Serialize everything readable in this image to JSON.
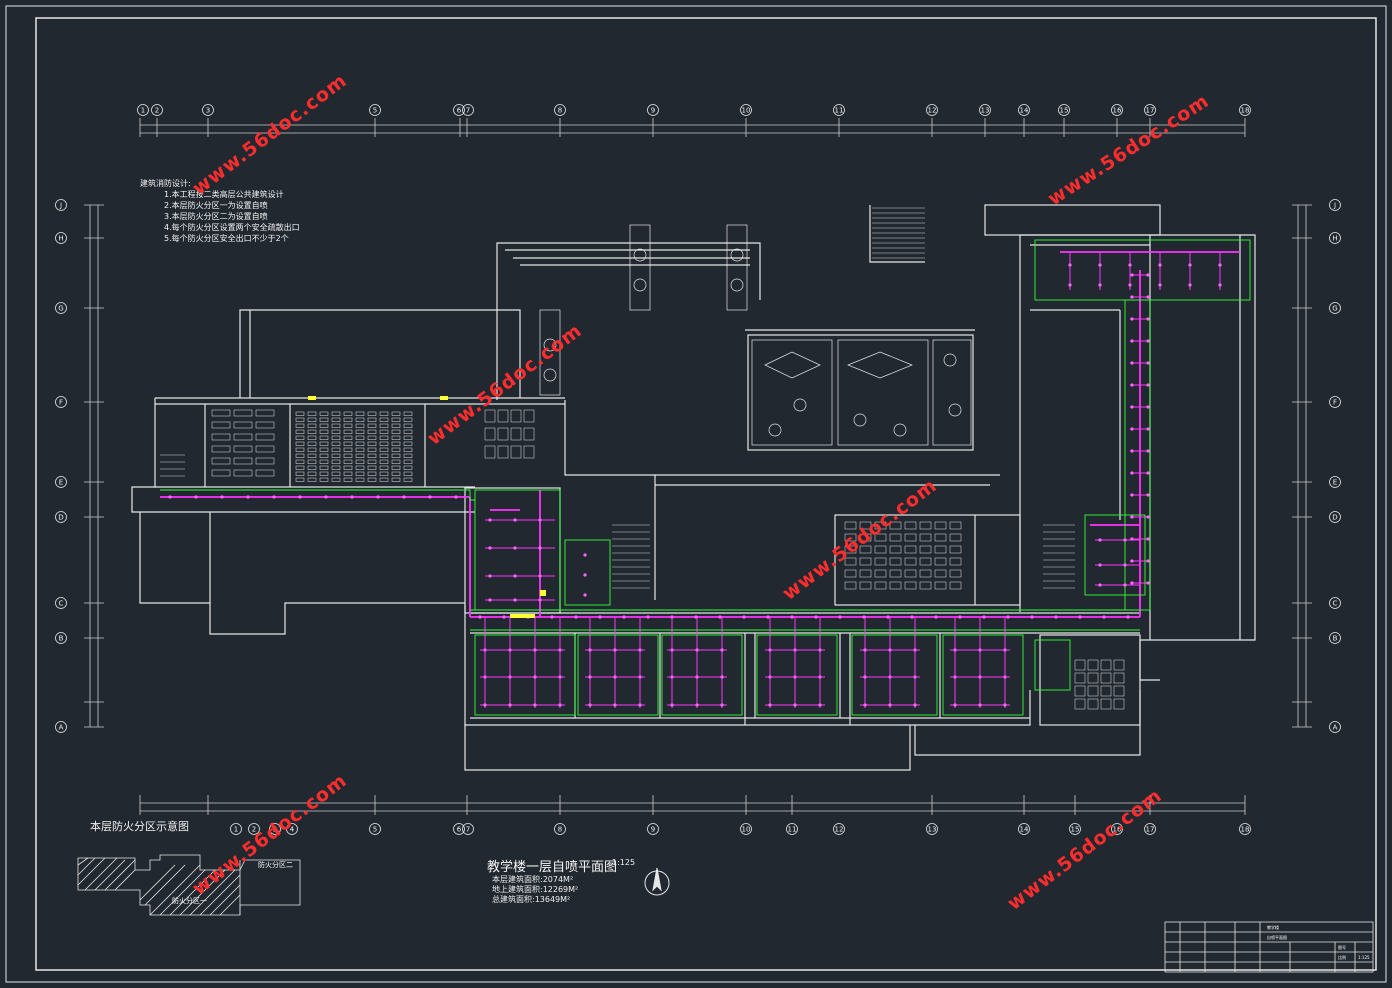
{
  "drawing": {
    "title": "教学楼一层自喷平面图",
    "scale": "1:125",
    "areas": [
      "本层建筑面积:2074M²",
      "地上建筑面积:12269M²",
      "总建筑面积:13649M²"
    ],
    "fire_zone_title": "本层防火分区示意图",
    "fire_zones": [
      "防火分区一",
      "防火分区二"
    ]
  },
  "notes": {
    "title": "建筑消防设计:",
    "items": [
      "1.本工程按二类高层公共建筑设计",
      "2.本层防火分区一为设置自喷",
      "3.本层防火分区二为设置自喷",
      "4.每个防火分区设置两个安全疏散出口",
      "5.每个防火分区安全出口不少于2个"
    ]
  },
  "grid": {
    "columns": [
      "1",
      "2",
      "3",
      "4",
      "5",
      "6",
      "7",
      "8",
      "9",
      "10",
      "11",
      "12",
      "13",
      "14",
      "15",
      "16",
      "17",
      "18"
    ],
    "rows": [
      "J",
      "H",
      "G",
      "F",
      "E",
      "D",
      "C",
      "B",
      "A"
    ]
  },
  "watermark": "www.56doc.com",
  "colors": {
    "background": "#212830",
    "lines": "#e6e6e6",
    "sprinkler_main": "#ff33ff",
    "sprinkler_branch": "#33ff33",
    "watermark": "#ff2d2d",
    "highlight": "#ffff33"
  },
  "title_block": {
    "cells": [
      "教学楼",
      "自喷平面图",
      "图号",
      "比例",
      "1:125"
    ]
  }
}
